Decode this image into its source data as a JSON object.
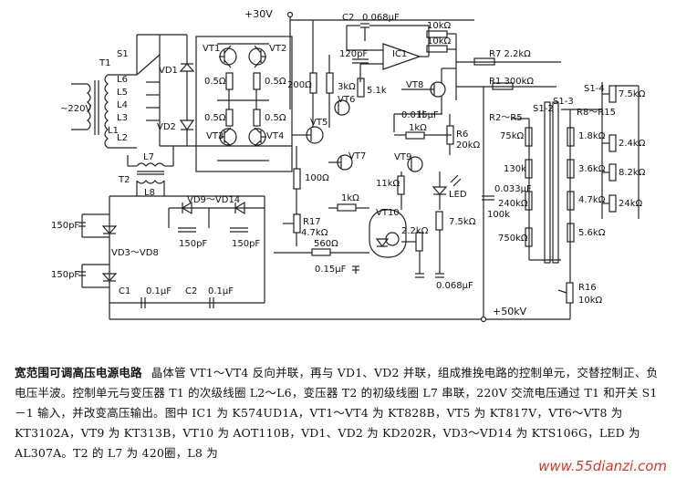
{
  "labels": {
    "supply30": "+30V",
    "supply50k": "+50kV",
    "ac": "~220V",
    "s1": "S1",
    "t1": "T1",
    "l6": "L6",
    "l5": "L5",
    "l4": "L4",
    "l3": "L3",
    "l1": "L1",
    "l2": "L2",
    "t2": "T2",
    "l7": "L7",
    "l8": "L8",
    "vd1": "VD1",
    "vd2": "VD2",
    "vt1": "VT1",
    "vt2": "VT2",
    "vt3": "VT3",
    "vt4": "VT4",
    "r05a": "0.5Ω",
    "r05b": "0.5Ω",
    "r05c": "0.5Ω",
    "r05d": "0.5Ω",
    "vd9": "VD9～VD14",
    "vd3": "VD3～VD8",
    "c150a": "150pF",
    "c150b": "150pF",
    "c150c": "150pF",
    "c150d": "150pF",
    "c1": "C1",
    "c1v": "0.1μF",
    "c2b": "C2",
    "c2bv": "0.1μF",
    "c2": "C2",
    "c2v": "0.068μF",
    "ic1": "IC1",
    "r10ka": "10kΩ",
    "r10kb": "10kΩ",
    "c120": "120pF",
    "r200": "200Ω",
    "r3k": "3kΩ",
    "r51k": "5.1k",
    "vt5": "VT5",
    "vt6": "VT6",
    "vt7": "VT7",
    "vt8": "VT8",
    "vt9": "VT9",
    "vt10": "VT10",
    "r100": "100Ω",
    "r1k": "1kΩ",
    "r1k2": "1kΩ",
    "r17": "R17",
    "r17v": "4.7kΩ",
    "r560": "560Ω",
    "c015": "0.15μF",
    "c0068": "0.068μF",
    "c0015": "0.015μF",
    "r6": "R6",
    "r6v": "20kΩ",
    "r11k": "11kΩ",
    "led": "LED",
    "r22k": "2.2kΩ",
    "r75k": "7.5kΩ",
    "r7": "R7 2.2kΩ",
    "r1": "R1 300kΩ",
    "r25": "R2～R5",
    "s12": "S1-2",
    "s13": "S1-3",
    "r815": "R8～R15",
    "s14": "S1-4",
    "r75ka": "75kΩ",
    "r130k": "130k",
    "c0033": "0.033μF",
    "r240k": "240kΩ",
    "r750k": "750kΩ",
    "r100k": "100k",
    "r18k": "1.8kΩ",
    "r36k": "3.6kΩ",
    "r47k": "4.7kΩ",
    "r56k": "5.6kΩ",
    "r75kb": "7.5kΩ",
    "r24k": "2.4kΩ",
    "r82k": "8.2kΩ",
    "r24kb": "24kΩ",
    "r16": "R16",
    "r16v": "10kΩ"
  },
  "caption": {
    "title": "宽范围可调高压电源电路",
    "body": "晶体管 VT1～VT4 反向并联，再与 VD1、VD2 并联，组成推挽电路的控制单元，交替控制正、负电压半波。控制单元与变压器 T1 的次级线圈 L2～L6，变压器 T2 的初级线圈 L7 串联，220V 交流电压通过 T1 和开关 S1－1 输入，并改变高压输出。图中 IC1 为 K574UD1A，VT1～VT4 为 KT828B，VT5 为 KT817V，VT6～VT8 为 KT3102A，VT9 为 KT313B，VT10 为 AOT110B，VD1、VD2 为 KD202R，VD3～VD14 为 KTS106G，LED 为 AL307A。T2 的 L7 为 420圈，L8 为"
  },
  "watermark": "www.55dianzi.com"
}
